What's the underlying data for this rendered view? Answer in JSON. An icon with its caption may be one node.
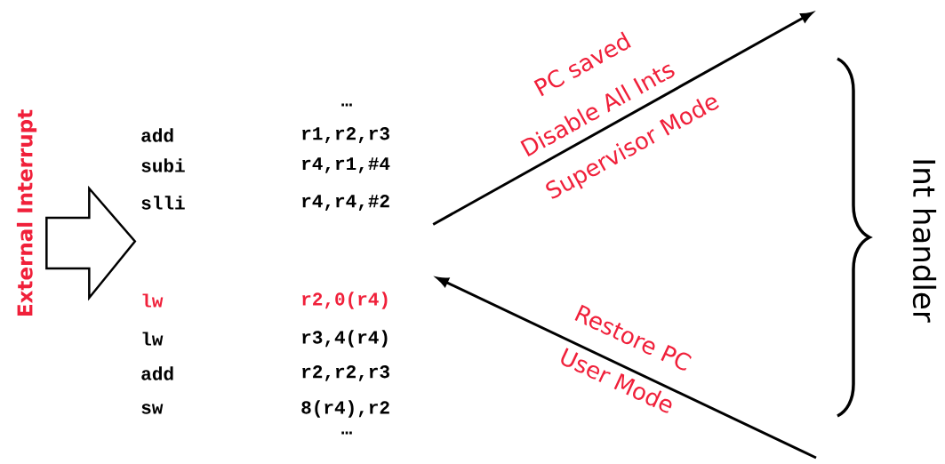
{
  "diagram": {
    "nodes": [
      {
        "text": [
          "…",
          "add",
          "r1,r2,r3",
          "subi",
          "r4,r1,#4",
          "slli",
          "r4,r4,#2",
          "lw",
          "r2,0(r4)",
          "lw",
          "r3,4(r4)",
          "add",
          "r2,r2,r3",
          "sw",
          "8(r4),r2",
          "…"
        ]
      },
      {
        "text": [
          "External Interrupt"
        ]
      }
    ],
    "edges": [
      {
        "from": 0,
        "to": null,
        "arrow": "to"
      },
      {
        "from": null,
        "to": 0,
        "arrow": "to"
      },
      {
        "from": 1,
        "to": 0,
        "arrow": "to"
      }
    ],
    "labels": [
      "PC saved",
      "Disable All Ints",
      "Supervisor Mode",
      "Restore PC",
      "User Mode",
      "Int handler"
    ]
  }
}
